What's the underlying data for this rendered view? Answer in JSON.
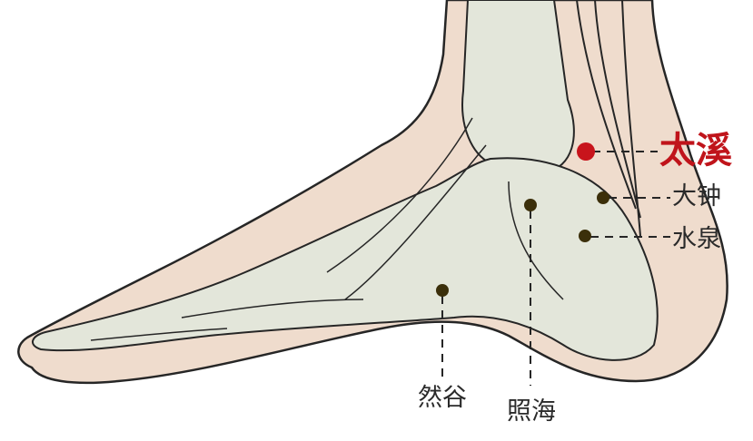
{
  "colors": {
    "skin": "#efdccd",
    "bone": "#e3e6da",
    "outline": "#262626",
    "main_point": "#c8141c",
    "point": "#3b2f0a",
    "main_label": "#c0141b"
  },
  "points": [
    {
      "id": "taixi",
      "label": "太溪",
      "primary": true
    },
    {
      "id": "dazhong",
      "label": "大钟",
      "primary": false
    },
    {
      "id": "shuiquan",
      "label": "水泉",
      "primary": false
    },
    {
      "id": "zhaohai",
      "label": "照海",
      "primary": false
    },
    {
      "id": "rangu",
      "label": "然谷",
      "primary": false
    }
  ]
}
